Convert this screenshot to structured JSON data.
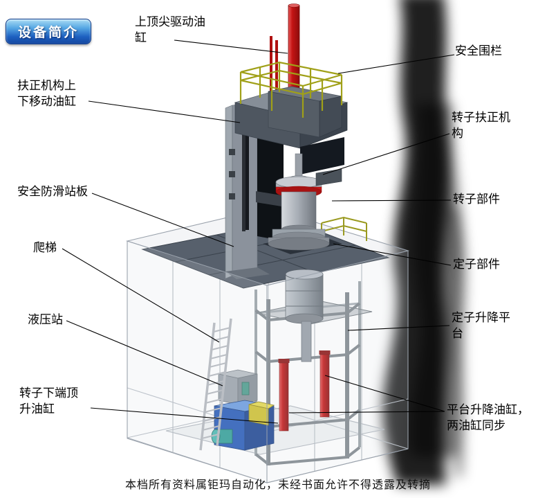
{
  "badge": {
    "label": "设备简介"
  },
  "labels": {
    "top_tip_cylinder": "上顶尖驱动油缸",
    "safety_fence": "安全围栏",
    "centering_lift_cylinder": "扶正机构上下移动油缸",
    "rotor_centering_mechanism": "转子扶正机构",
    "anti_slip_platform": "安全防滑站板",
    "rotor_component": "转子部件",
    "ladder": "爬梯",
    "stator_component": "定子部件",
    "hydraulic_station": "液压站",
    "stator_lift_platform": "定子升降平台",
    "rotor_bottom_jack_cylinder": "转子下端顶升油缸",
    "platform_lift_cylinders": "平台升降油缸，两油缸同步"
  },
  "footer": {
    "text": "本档所有资料属钜玛自动化，未经书面允许不得透露及转摘"
  },
  "colors": {
    "badge_blue": "#1d5fc0",
    "cylinder_red": "#c41414",
    "railing_yellow": "#a0a018",
    "hydraulic_blue": "#2458b8",
    "platform_gray": "#57606c"
  }
}
